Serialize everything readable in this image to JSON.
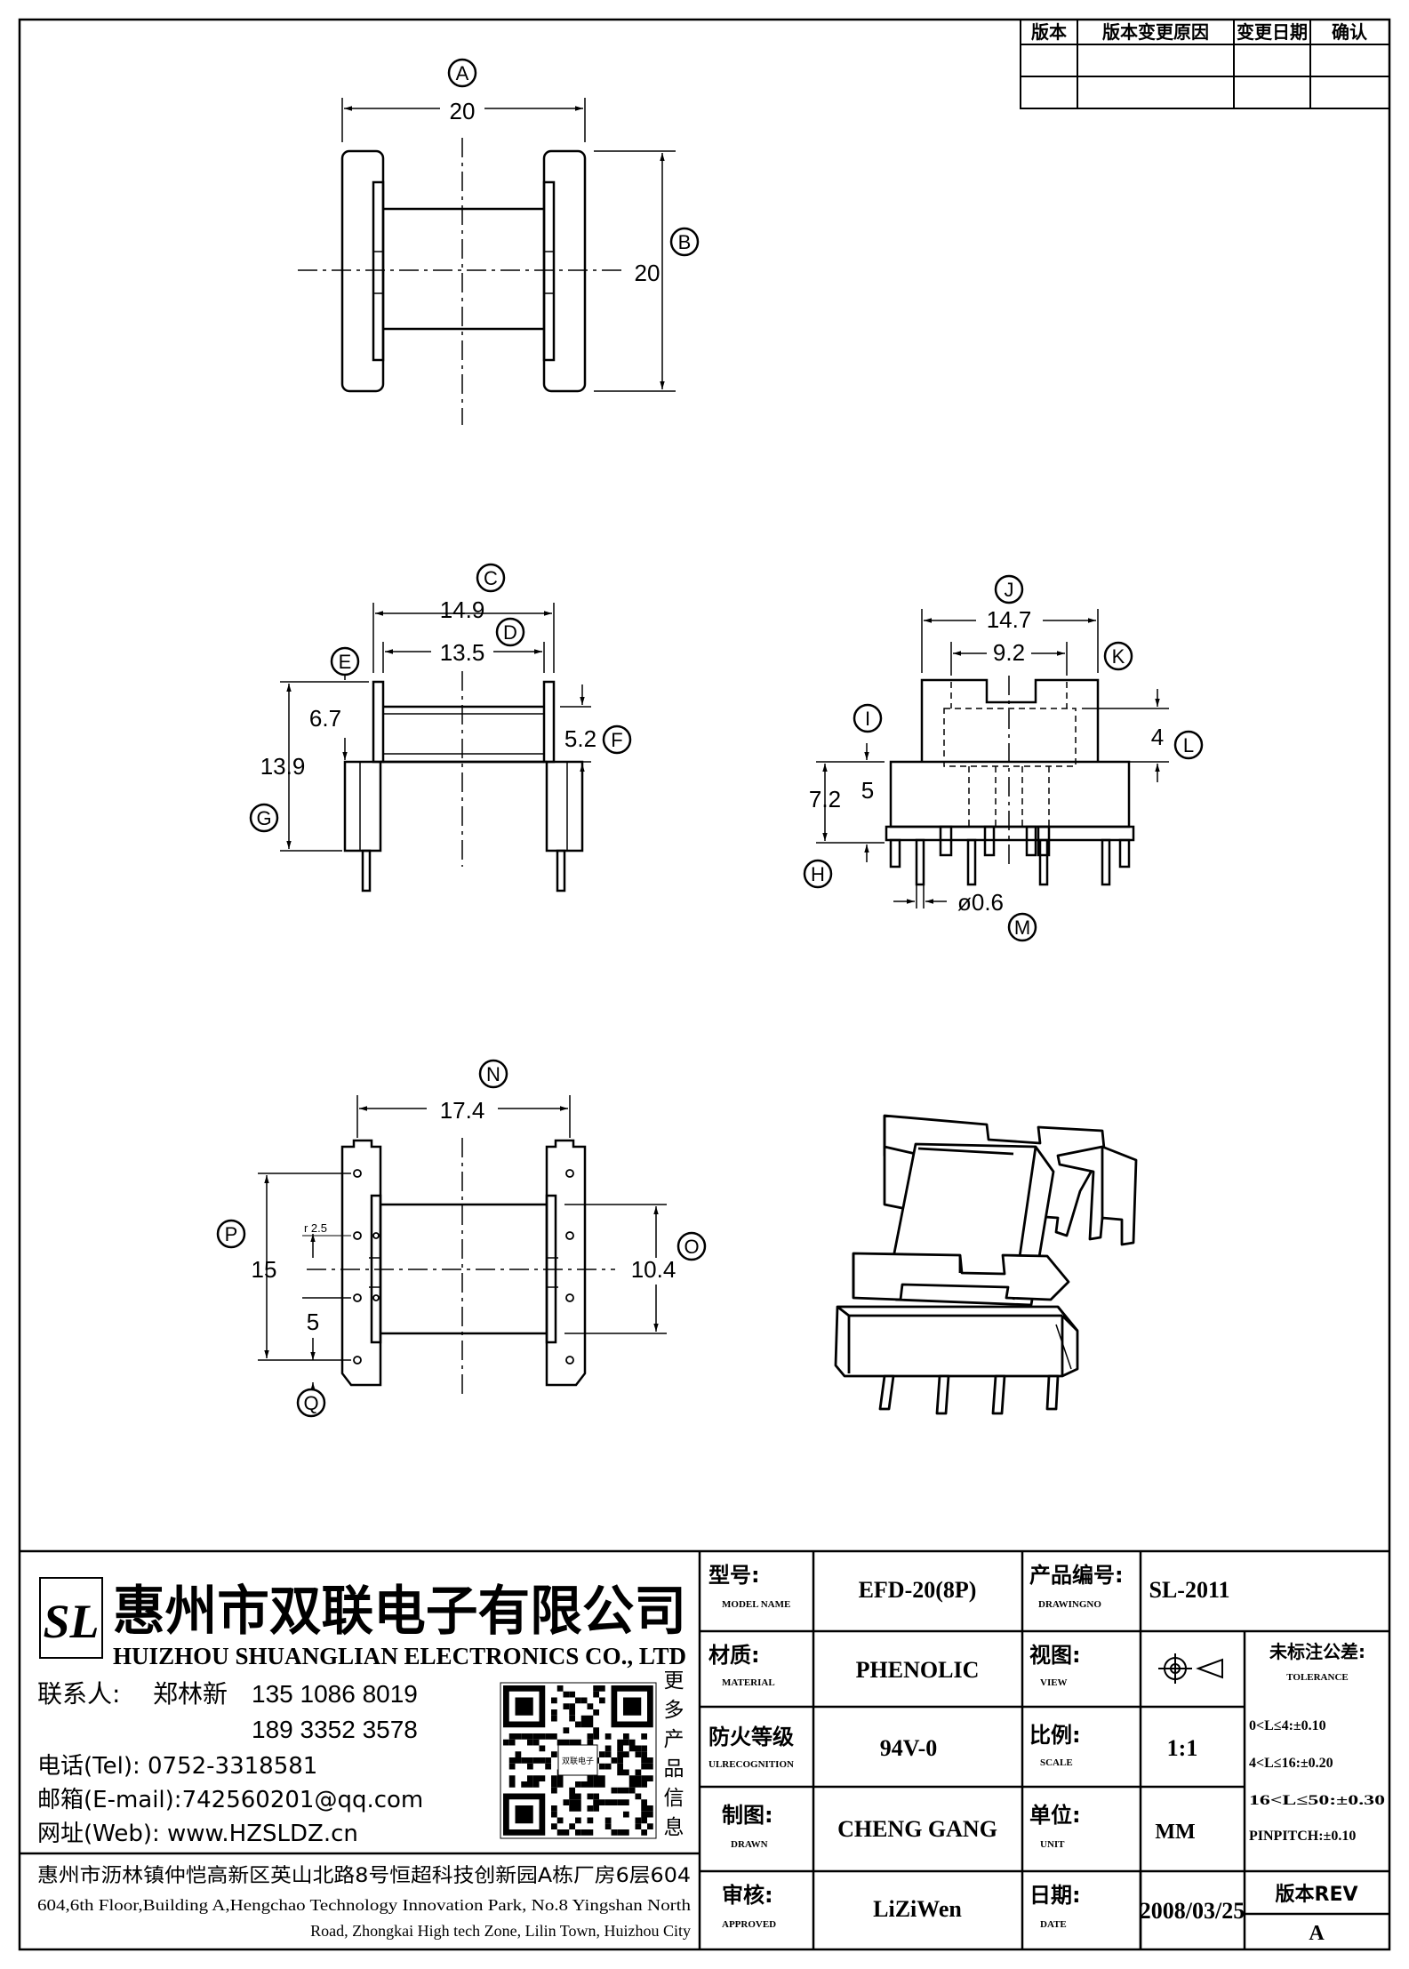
{
  "revision_table": {
    "headers": [
      "版本",
      "版本变更原因",
      "变更日期",
      "确认"
    ],
    "rows": [
      [
        "",
        "",
        "",
        ""
      ]
    ]
  },
  "dimensions": {
    "A": {
      "tag": "A",
      "value": "20"
    },
    "B": {
      "tag": "B",
      "value": "20"
    },
    "C": {
      "tag": "C",
      "value": "14.9"
    },
    "D": {
      "tag": "D",
      "value": "13.5"
    },
    "E": {
      "tag": "E",
      "value": "6.7"
    },
    "F": {
      "tag": "F",
      "value": "5.2"
    },
    "G": {
      "tag": "G",
      "value": "13.9"
    },
    "H": {
      "tag": "H",
      "value": "7.2"
    },
    "I": {
      "tag": "I",
      "value": "5"
    },
    "J": {
      "tag": "J",
      "value": "14.7"
    },
    "K": {
      "tag": "K",
      "value": "9.2"
    },
    "L": {
      "tag": "L",
      "value": "4"
    },
    "M": {
      "tag": "M",
      "value": "ø0.6"
    },
    "N": {
      "tag": "N",
      "value": "17.4"
    },
    "O": {
      "tag": "O",
      "value": "10.4"
    },
    "P": {
      "tag": "P",
      "value": "15"
    },
    "Q": {
      "tag": "Q",
      "value": "5"
    },
    "R": {
      "value": "r 2.5"
    }
  },
  "company": {
    "logo_text": "SL",
    "name_cn": "惠州市双联电子有限公司",
    "name_en": "HUIZHOU SHUANGLIAN ELECTRONICS CO., LTD",
    "contact_label": "联系人:",
    "contact_name": "郑林新",
    "phone1": "135 1086 8019",
    "phone2": "189 3352 3578",
    "tel": "电话(Tel): 0752-3318581",
    "email": "邮箱(E-mail):742560201@qq.com",
    "web": "网址(Web): www.HZSLDZ.cn",
    "more_info": [
      "更",
      "多",
      "产",
      "品",
      "信",
      "息"
    ],
    "qr_caption": "双联电子",
    "address_cn": "惠州市沥林镇仲恺高新区英山北路8号恒超科技创新园A栋厂房6层604",
    "address_en_1": "604,6th Floor,Building A,Hengchao Technology Innovation Park, No.8 Yingshan North",
    "address_en_2": "Road, Zhongkai High tech Zone, Lilin Town, Huizhou City"
  },
  "title_block": {
    "model_label_cn": "型号:",
    "model_label_en": "MODEL NAME",
    "model_value": "EFD-20(8P)",
    "drawing_label_cn": "产品编号:",
    "drawing_label_en": "DRAWINGNO",
    "drawing_value": "SL-2011",
    "material_label_cn": "材质:",
    "material_label_en": "MATERIAL",
    "material_value": "PHENOLIC",
    "view_label_cn": "视图:",
    "view_label_en": "VIEW",
    "tolerance_label_cn": "未标注公差:",
    "tolerance_label_en": "TOLERANCE",
    "tolerances": [
      "0<L≤4:±0.10",
      "4<L≤16:±0.20",
      "16<L≤50:±0.30",
      "PINPITCH:±0.10"
    ],
    "flame_label_cn": "防火等级",
    "flame_label_en": "ULRECOGNITION",
    "flame_value": "94V-0",
    "scale_label_cn": "比例:",
    "scale_label_en": "SCALE",
    "scale_value": "1:1",
    "drawn_label_cn": "制图:",
    "drawn_label_en": "DRAWN",
    "drawn_value": "CHENG GANG",
    "unit_label_cn": "单位:",
    "unit_label_en": "UNIT",
    "unit_value": "MM",
    "approved_label_cn": "审核:",
    "approved_label_en": "APPROVED",
    "approved_value": "LiZiWen",
    "date_label_cn": "日期:",
    "date_label_en": "DATE",
    "date_value": "2008/03/25",
    "rev_label": "版本REV",
    "rev_value": "A"
  }
}
